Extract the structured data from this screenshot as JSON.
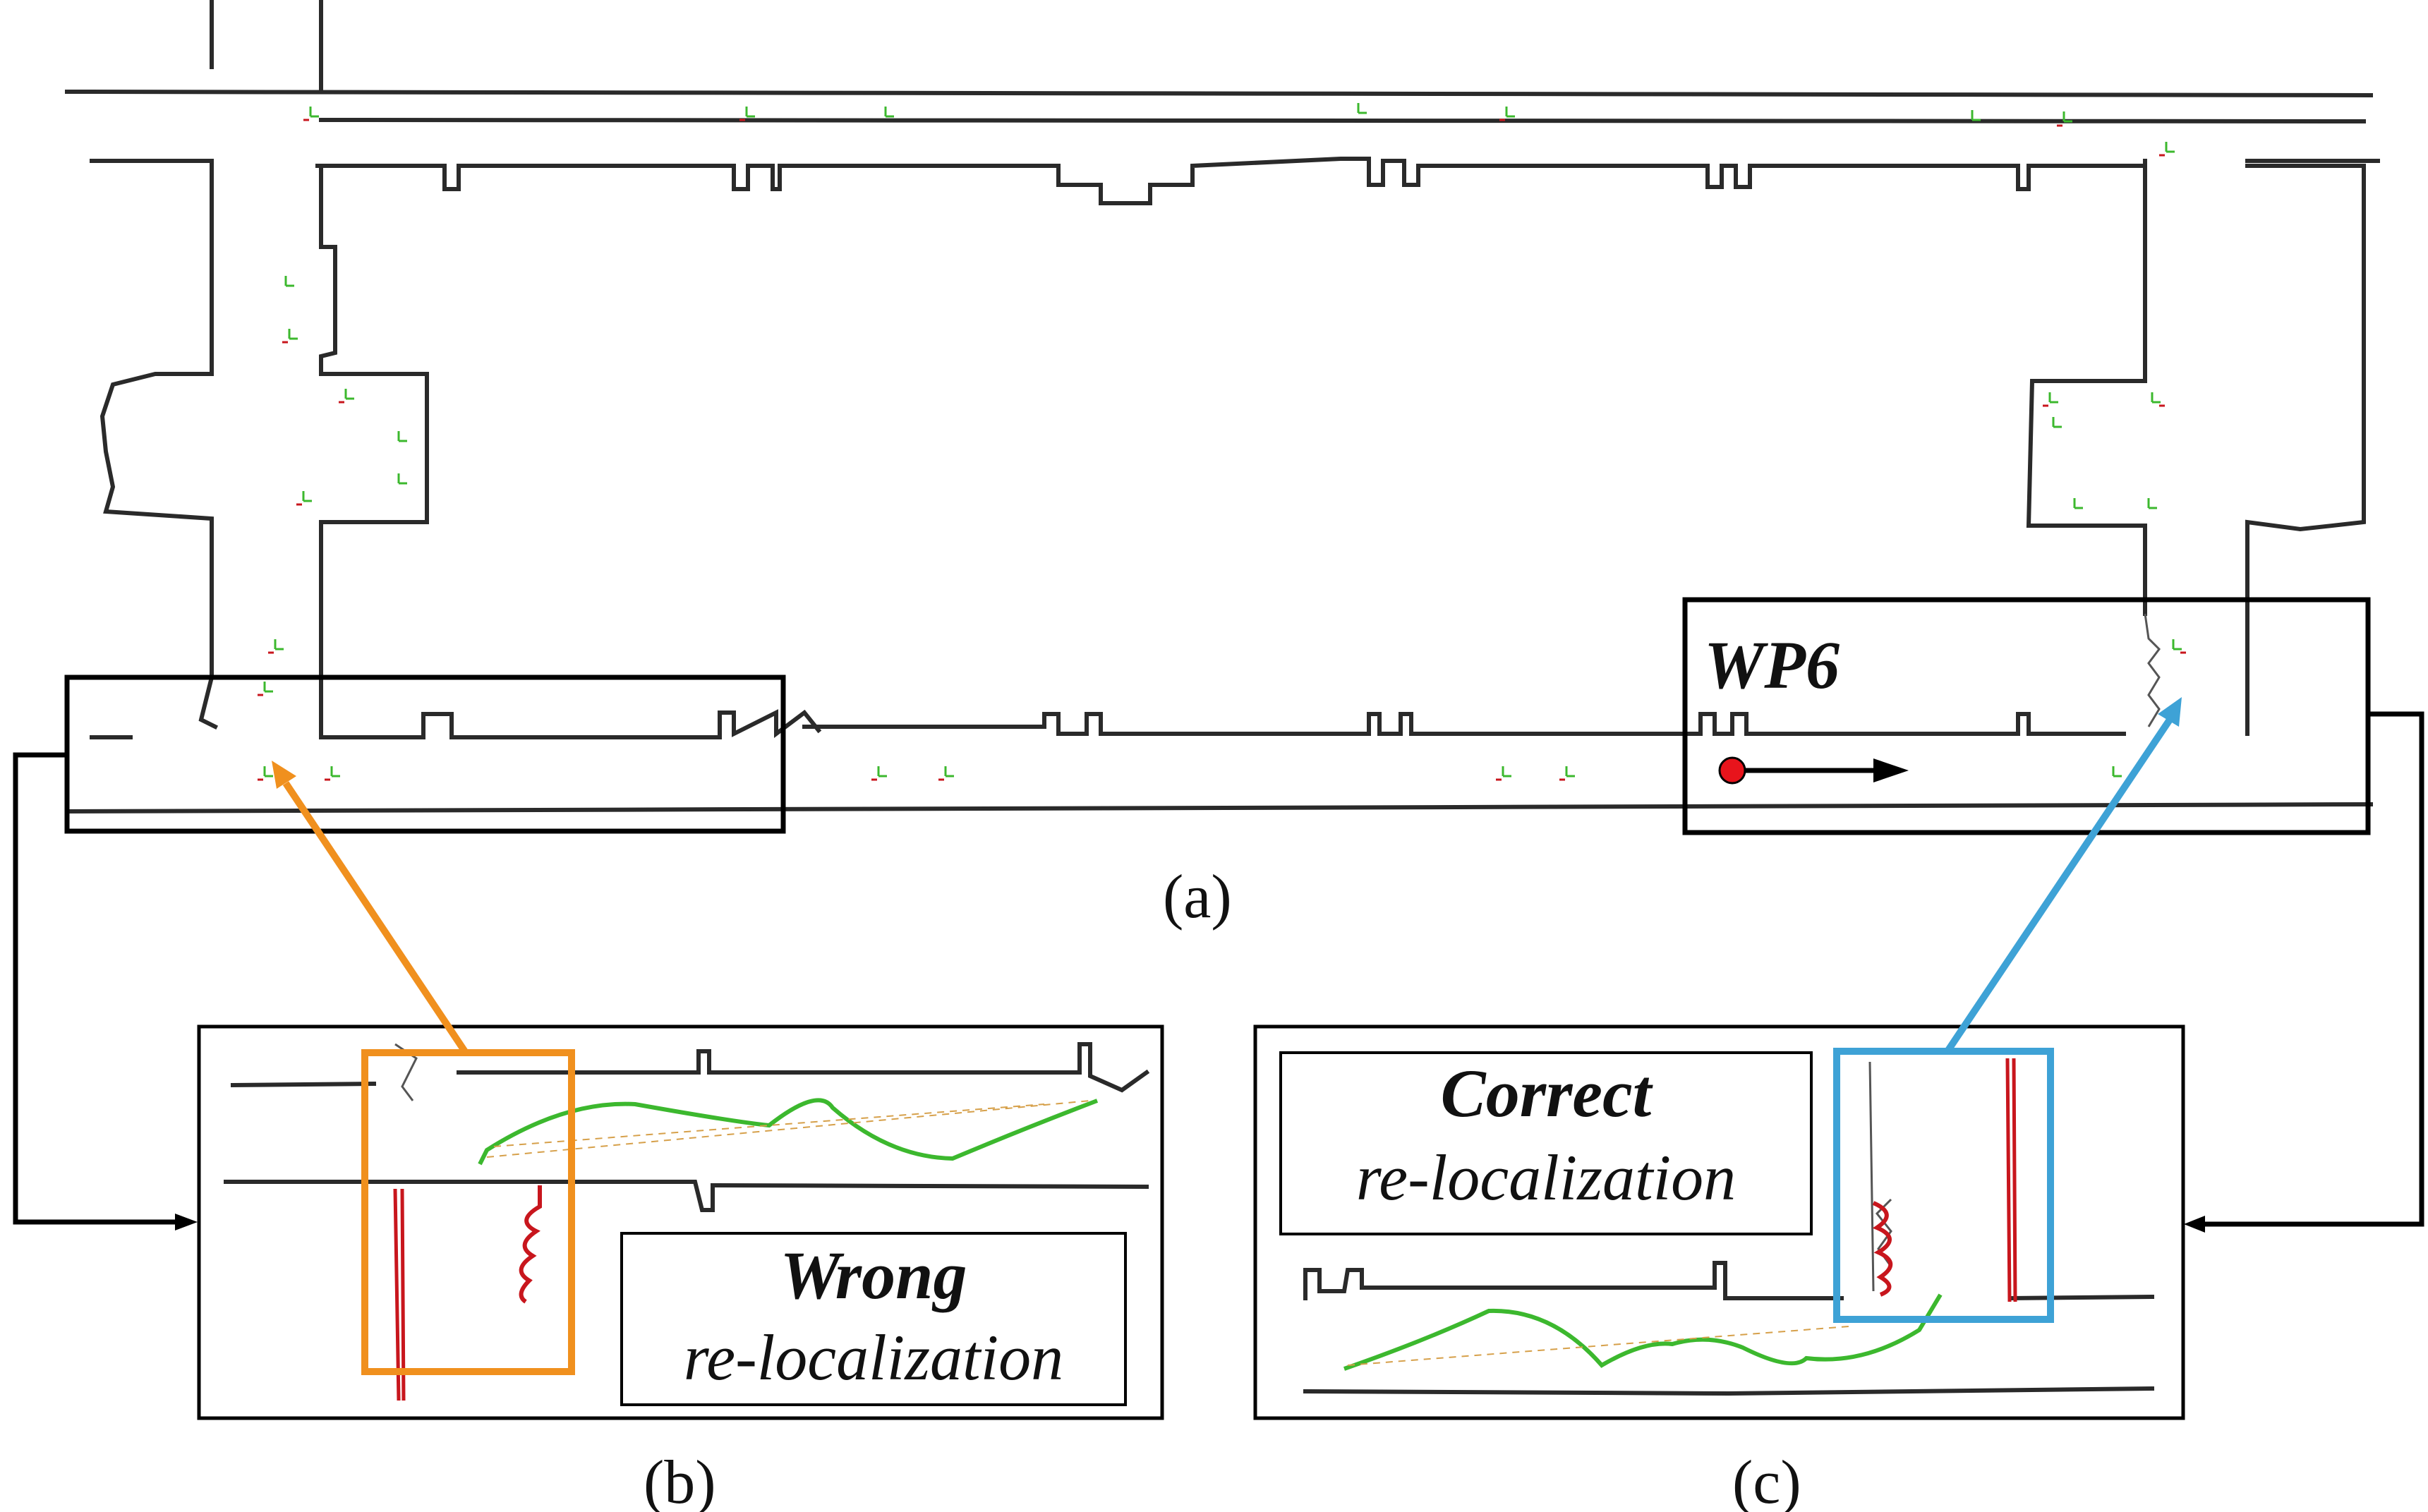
{
  "figure": {
    "caption_a": "(a)",
    "caption_b": "(b)",
    "caption_c": "(c)",
    "waypoint_label": "WP6",
    "panel_b": {
      "label_bold": "Wrong",
      "label_italic": "re-localization"
    },
    "panel_c": {
      "label_bold": "Correct",
      "label_italic": "re-localization"
    }
  },
  "colors": {
    "wrong_highlight": "#f0901e",
    "correct_highlight": "#3ea2d6",
    "trajectory": "#3cb82e",
    "relocalization_track": "#c8161d",
    "waypoint_marker": "#e8141c",
    "frame": "#000000"
  }
}
